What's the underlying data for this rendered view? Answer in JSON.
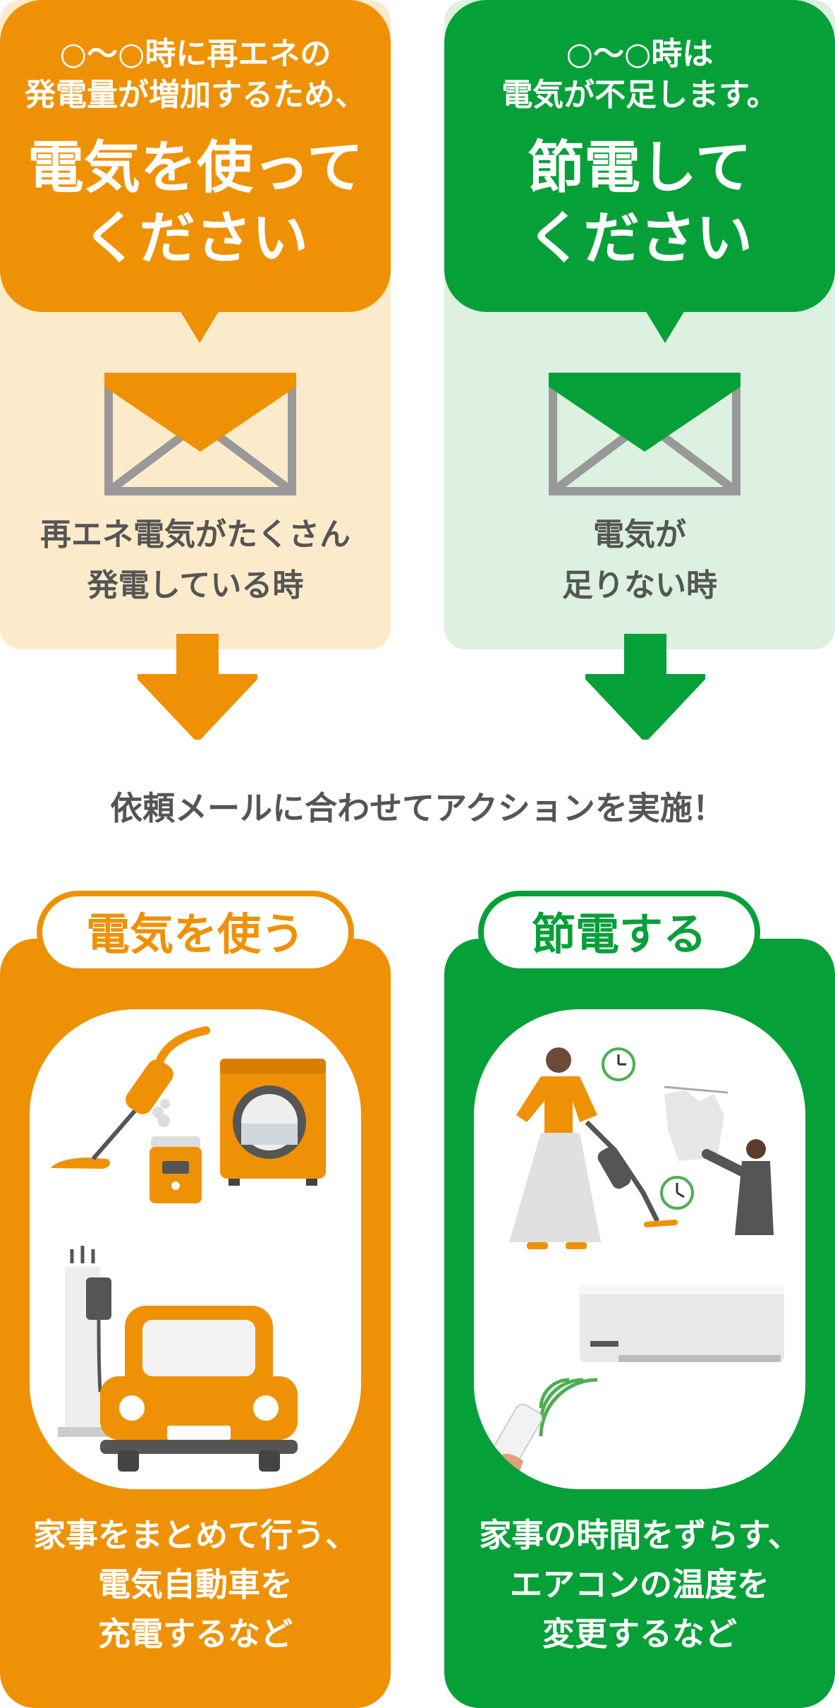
{
  "left": {
    "bubble_small": [
      "○〜○時に再エネの",
      "発電量が増加するため、"
    ],
    "bubble_big": [
      "電気を使って",
      "ください"
    ],
    "condition": [
      "再エネ電気がたくさん",
      "発電している時"
    ],
    "action_title": "電気を使う",
    "examples": [
      "家事をまとめて行う、",
      "電気自動車を",
      "充電するなど"
    ]
  },
  "right": {
    "bubble_small": [
      "○〜○時は",
      "電気が不足します。"
    ],
    "bubble_big": [
      "節電して",
      "ください"
    ],
    "condition": [
      "電気が",
      "足りない時"
    ],
    "action_title": "節電する",
    "examples": [
      "家事の時間をずらす、",
      "エアコンの温度を",
      "変更するなど"
    ]
  },
  "middle_text": "依頼メールに合わせてアクションを実施！",
  "colors": {
    "orange": "#ef9104",
    "green": "#06a039",
    "orange_light": "#fcebcb",
    "green_light": "#dcf1e0",
    "envelope_gray": "#999999",
    "text_gray": "#555555"
  },
  "icons": {
    "envelope_left": "envelope-icon",
    "envelope_right": "envelope-icon",
    "arrow": "down-arrow-icon"
  }
}
